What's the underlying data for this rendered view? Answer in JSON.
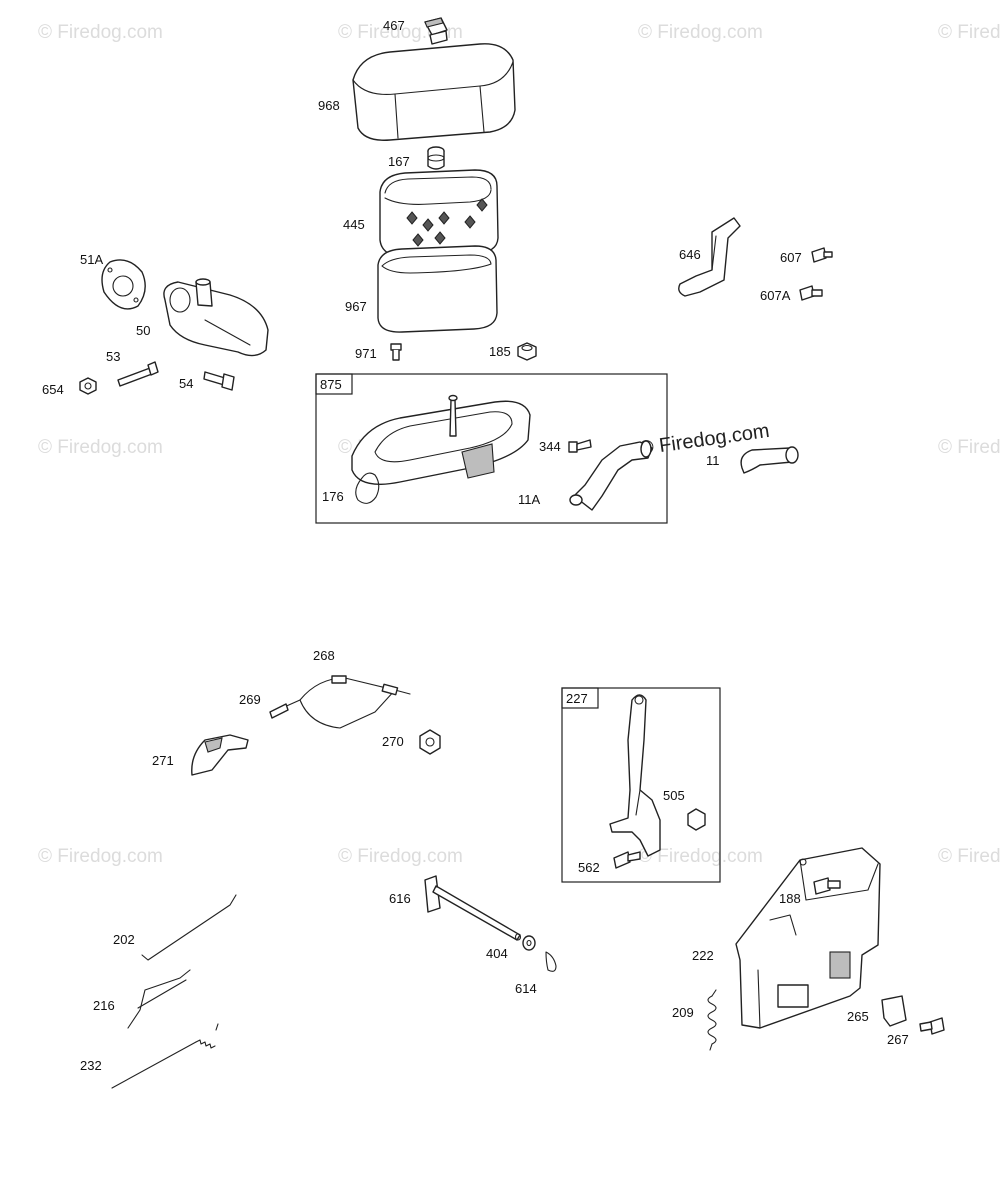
{
  "watermark": {
    "text": "© Firedog.com",
    "prominent_text": "© Firedog.com"
  },
  "callout_boxes": {
    "air_cleaner_base": "875",
    "governor_lever": "227"
  },
  "labels": {
    "p467": "467",
    "p968": "968",
    "p167": "167",
    "p445": "445",
    "p967": "967",
    "p971": "971",
    "p185": "185",
    "p51A": "51A",
    "p50": "50",
    "p53": "53",
    "p654": "654",
    "p54": "54",
    "p646": "646",
    "p607": "607",
    "p607A": "607A",
    "p344": "344",
    "p11": "11",
    "p11A": "11A",
    "p176": "176",
    "p268": "268",
    "p269": "269",
    "p271": "271",
    "p270": "270",
    "p505": "505",
    "p562": "562",
    "p616": "616",
    "p404": "404",
    "p614": "614",
    "p202": "202",
    "p216": "216",
    "p232": "232",
    "p188": "188",
    "p222": "222",
    "p209": "209",
    "p265": "265",
    "p267": "267"
  }
}
